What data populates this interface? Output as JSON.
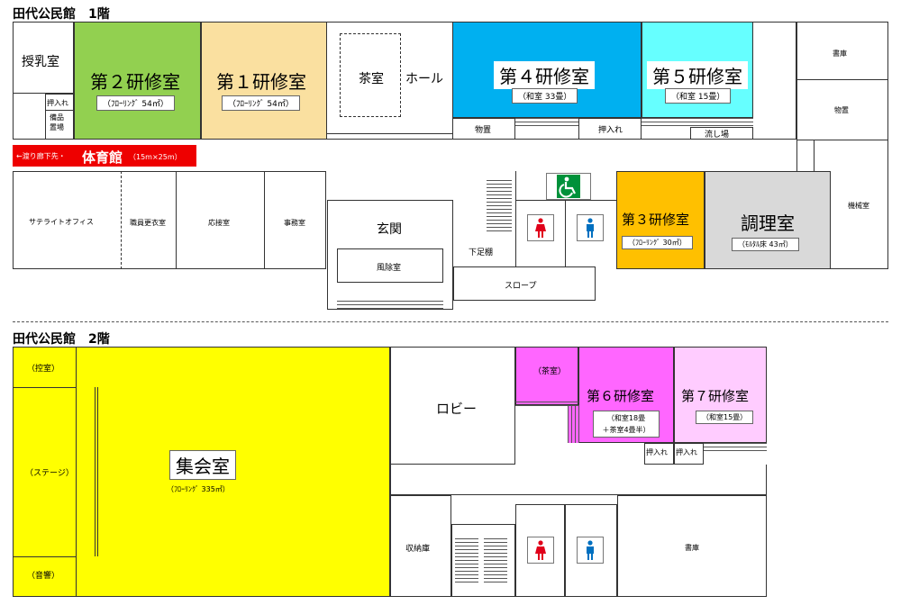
{
  "floor1": {
    "title": "田代公民館　1階",
    "nursing": "授乳室",
    "oshiire_small": "押入れ",
    "bihin": "備品\n置場",
    "kenshu2": {
      "name": "第２研修室",
      "sub": "（ﾌﾛｰﾘﾝｸﾞ  54㎡）",
      "color": "#92d050"
    },
    "kenshu1": {
      "name": "第１研修室",
      "sub": "（ﾌﾛｰﾘﾝｸﾞ  54㎡）",
      "color": "#fae0a0"
    },
    "chashitsu": "茶室",
    "hall": "ホール",
    "kenshu4": {
      "name": "第４研修室",
      "sub": "（和室  33畳）",
      "color": "#00b0f0"
    },
    "kenshu5": {
      "name": "第５研修室",
      "sub": "（和室  15畳）",
      "color": "#66ffff"
    },
    "shoko": "書庫",
    "monooki": "物置",
    "monooki2": "物置",
    "oshiire": "押入れ",
    "nagashiba": "流し場",
    "gym_banner": "←渡り廊下先・",
    "gym_name": "体育館",
    "gym_size": "（15m×25m）",
    "gym_color": "#ee0000",
    "satellite": "サテライトオフィス",
    "locker": "職員更衣室",
    "reception": "応接室",
    "office": "事務室",
    "genkan": "玄関",
    "fujoshitsu": "風除室",
    "getabako": "下足棚",
    "slope": "スロープ",
    "kenshu3": {
      "name": "第３研修室",
      "sub": "（ﾌﾛｰﾘﾝｸﾞ  30㎡）",
      "color": "#ffc000"
    },
    "kitchen": {
      "name": "調理室",
      "sub": "（ﾓﾙﾀﾙ床  43㎡）",
      "color": "#d9d9d9"
    },
    "kikaishitsu": "機械室"
  },
  "floor2": {
    "title": "田代公民館　2階",
    "hikae": "（控室）",
    "stage": "（ステージ）",
    "onkyo": "（音響）",
    "shukai": {
      "name": "集会室",
      "sub": "（ﾌﾛｰﾘﾝｸﾞ  335㎡）",
      "color": "#ffff00"
    },
    "lobby": "ロビー",
    "chashitsu": "（茶室）",
    "kenshu6": {
      "name": "第６研修室",
      "sub1": "（和室18畳",
      "sub2": "＋茶室4畳半）",
      "color": "#ff66ff"
    },
    "kenshu7": {
      "name": "第７研修室",
      "sub": "（和室15畳）",
      "color": "#ffccff"
    },
    "oshiire1": "押入れ",
    "oshiire2": "押入れ",
    "shunoko": "収納庫",
    "shoko": "書庫"
  },
  "colors": {
    "female": "#e0001a",
    "male": "#0070c0",
    "accessible": "#00913a"
  }
}
